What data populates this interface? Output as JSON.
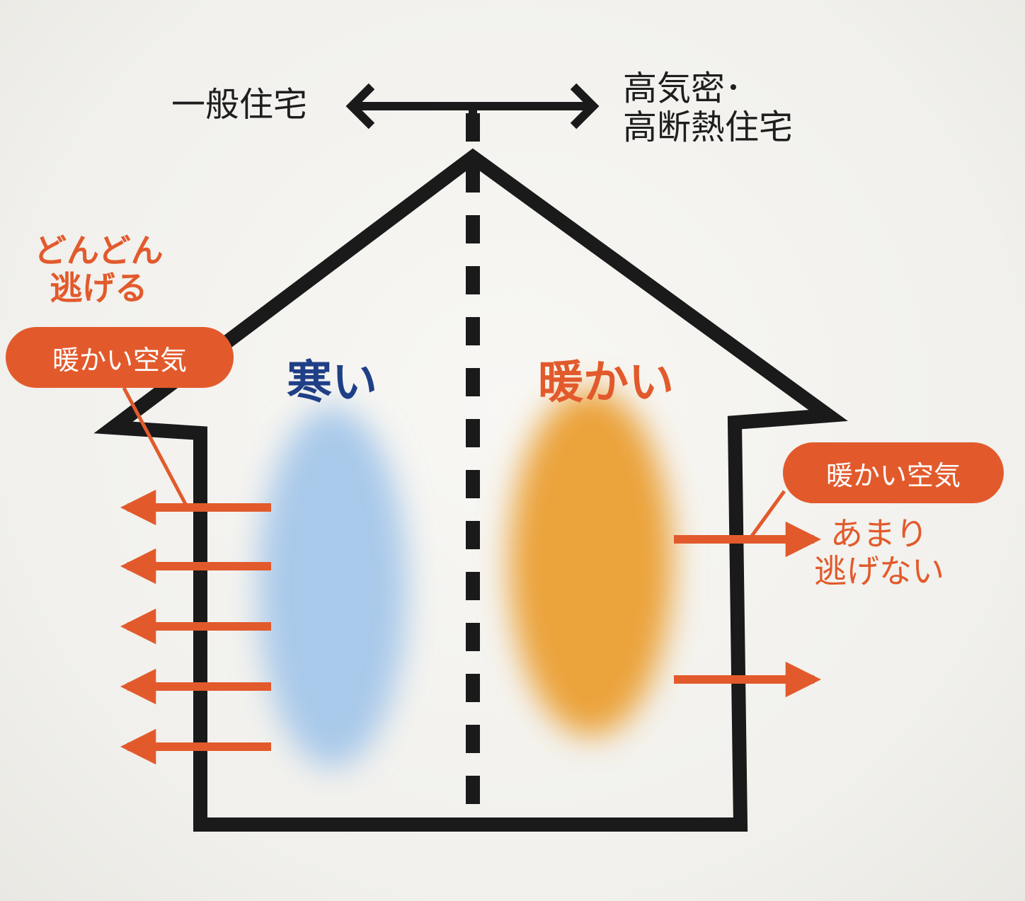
{
  "labels": {
    "left_house_type": "一般住宅",
    "right_house_type_line1": "高気密･",
    "right_house_type_line2": "高断熱住宅",
    "cold_zone": "寒い",
    "warm_zone": "暖かい",
    "left_note_line1": "どんどん",
    "left_note_line2": "逃げる",
    "left_pill": "暖かい空気",
    "right_pill": "暖かい空気",
    "right_note_line1": "あまり",
    "right_note_line2": "逃げない"
  },
  "colors": {
    "outline": "#1a1a1a",
    "arrow_orange": "#e25a2c",
    "cold_blue": "#1f3f86",
    "cold_glow": "#a9c9ea",
    "warm_glow": "#eba33a",
    "pill_text": "#ffffff"
  }
}
